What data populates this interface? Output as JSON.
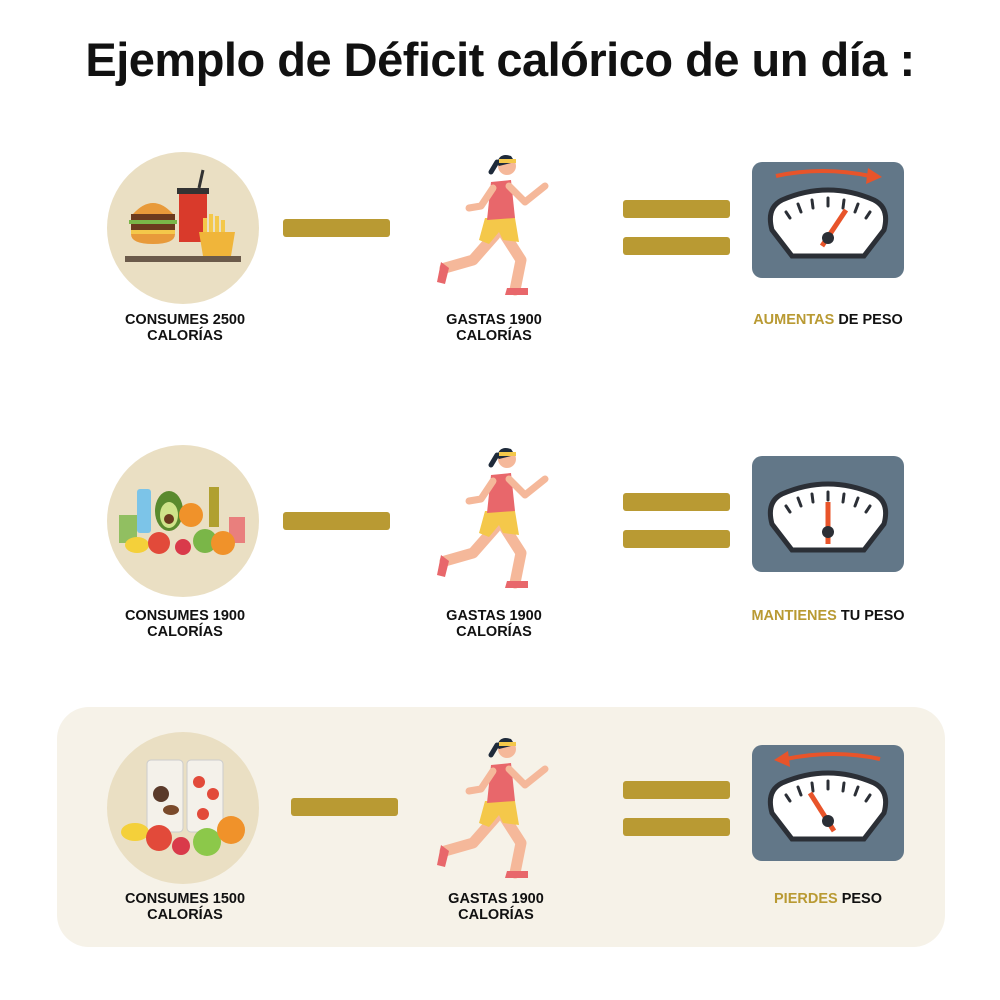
{
  "title": "Ejemplo de Déficit calórico de un día :",
  "rows": [
    {
      "consumes": [
        "CONSUMES 2500",
        "CALORÍAS"
      ],
      "gastas": [
        "GASTAS 1900",
        "CALORÍAS"
      ],
      "result_highlight": "AUMENTAS",
      "result_rest": " DE PESO",
      "food_icon": "fast-food",
      "scale_direction": "increase"
    },
    {
      "consumes": [
        "CONSUMES 1900",
        "CALORÍAS"
      ],
      "gastas": [
        "GASTAS 1900",
        "CALORÍAS"
      ],
      "result_highlight": "MANTIENES",
      "result_rest": " TU PESO",
      "food_icon": "healthy-food",
      "scale_direction": "neutral"
    },
    {
      "consumes": [
        "CONSUMES 1500",
        "CALORÍAS"
      ],
      "gastas": [
        "GASTAS 1900",
        "CALORÍAS"
      ],
      "result_highlight": "PIERDES",
      "result_rest": " PESO",
      "food_icon": "cans-and-fruit",
      "scale_direction": "decrease"
    }
  ],
  "colors": {
    "gold": "#b99a33",
    "scale_bg": "#627788",
    "circle": "#eadfc3",
    "highlight_row": "#f6f2e8",
    "needle": "#e8542a"
  }
}
